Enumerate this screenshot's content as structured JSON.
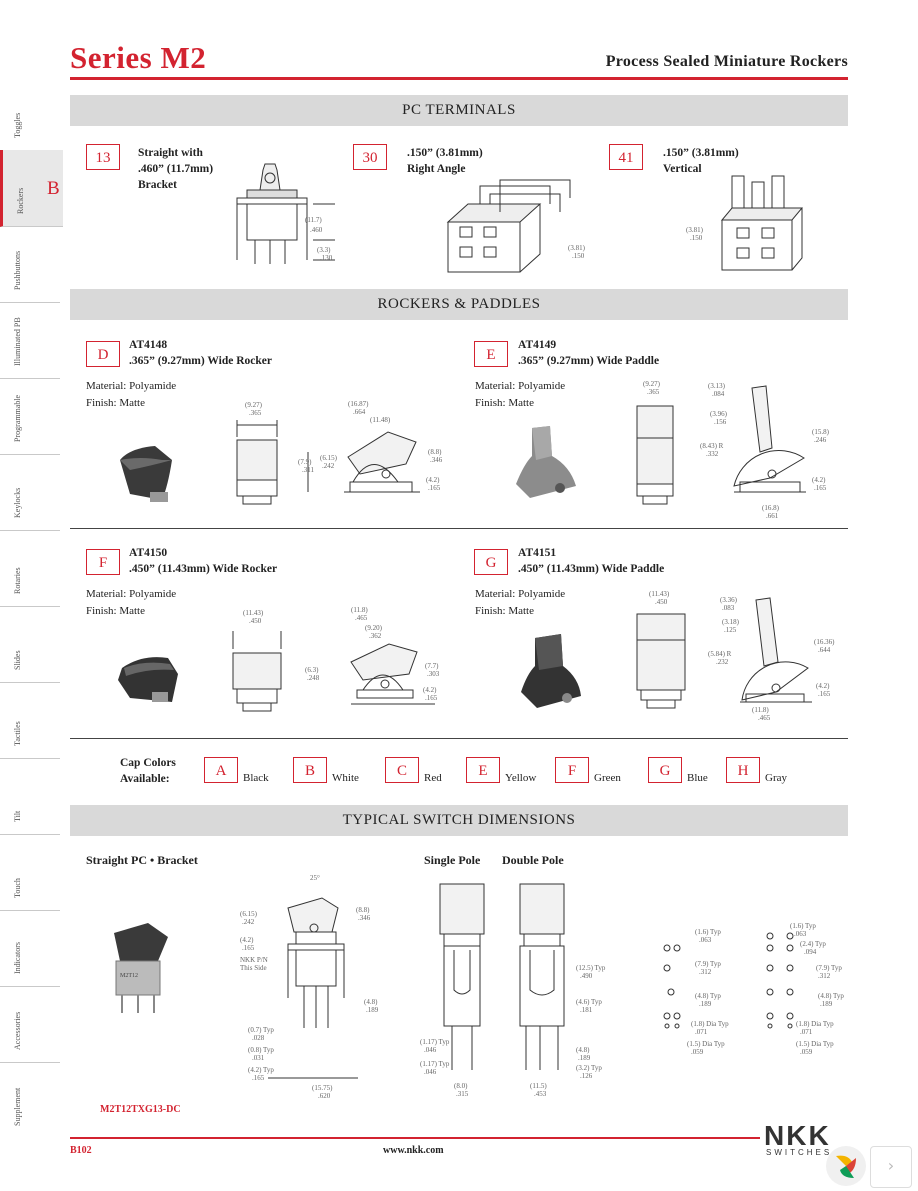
{
  "header": {
    "series_title": "Series M2",
    "subtitle": "Process Sealed Miniature Rockers"
  },
  "sidebar": {
    "active_letter": "B",
    "tabs": [
      "Toggles",
      "Rockers",
      "Pushbuttons",
      "Illuminated PB",
      "Programmable",
      "Keylocks",
      "Rotaries",
      "Slides",
      "Tactiles",
      "Tilt",
      "Touch",
      "Indicators",
      "Accessories",
      "Supplement"
    ]
  },
  "pc_terminals": {
    "title": "PC TERMINALS",
    "items": [
      {
        "code": "13",
        "line1": "Straight with",
        "line2": ".460” (11.7mm)",
        "line3": "Bracket"
      },
      {
        "code": "30",
        "line1": ".150” (3.81mm)",
        "line2": "Right Angle"
      },
      {
        "code": "41",
        "line1": ".150” (3.81mm)",
        "line2": "Vertical"
      }
    ]
  },
  "rockers": {
    "title": "ROCKERS & PADDLES",
    "items": [
      {
        "code": "D",
        "part": "AT4148",
        "desc": ".365” (9.27mm) Wide Rocker",
        "material": "Material:  Polyamide",
        "finish": "Finish:  Matte"
      },
      {
        "code": "E",
        "part": "AT4149",
        "desc": ".365” (9.27mm) Wide Paddle",
        "material": "Material:  Polyamide",
        "finish": "Finish:  Matte"
      },
      {
        "code": "F",
        "part": "AT4150",
        "desc": ".450” (11.43mm) Wide Rocker",
        "material": "Material:  Polyamide",
        "finish": "Finish:  Matte"
      },
      {
        "code": "G",
        "part": "AT4151",
        "desc": ".450” (11.43mm) Wide Paddle",
        "material": "Material:  Polyamide",
        "finish": "Finish:  Matte"
      }
    ]
  },
  "cap_colors": {
    "label1": "Cap Colors",
    "label2": "Available:",
    "items": [
      {
        "code": "A",
        "name": "Black"
      },
      {
        "code": "B",
        "name": "White"
      },
      {
        "code": "C",
        "name": "Red"
      },
      {
        "code": "E",
        "name": "Yellow"
      },
      {
        "code": "F",
        "name": "Green"
      },
      {
        "code": "G",
        "name": "Blue"
      },
      {
        "code": "H",
        "name": "Gray"
      }
    ]
  },
  "typical": {
    "title": "TYPICAL SWITCH DIMENSIONS",
    "left_label": "Straight PC • Bracket",
    "single_pole": "Single Pole",
    "double_pole": "Double Pole",
    "part_number": "M2T12TXG13-DC"
  },
  "footer": {
    "page_number": "B102",
    "website": "www.nkk.com",
    "logo_text": "NKK",
    "logo_sub": "SWITCHES"
  },
  "colors": {
    "accent": "#d32330",
    "band": "#d9d9d9"
  }
}
